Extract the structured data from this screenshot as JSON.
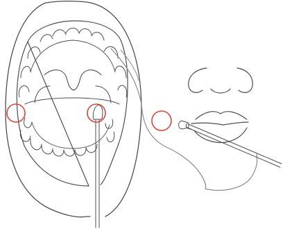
{
  "figure": {
    "background_color": "#ffffff",
    "line_color": "#4d4d4d",
    "light_line_color": "#8a8a8a",
    "marker_color": "#d9453b",
    "panels": [
      {
        "id": "open-mouth",
        "depicts": "open-mouth-icon",
        "parts": [
          "upper-teeth",
          "lower-teeth",
          "uvula",
          "tongue",
          "swab-stick",
          "swab-tip"
        ],
        "marked_sites": 2
      },
      {
        "id": "face-profile",
        "depicts": "lower-face-icon",
        "parts": [
          "nose",
          "lips",
          "jaw",
          "swab-stick",
          "swab-tip"
        ],
        "marked_sites": 1
      }
    ]
  }
}
